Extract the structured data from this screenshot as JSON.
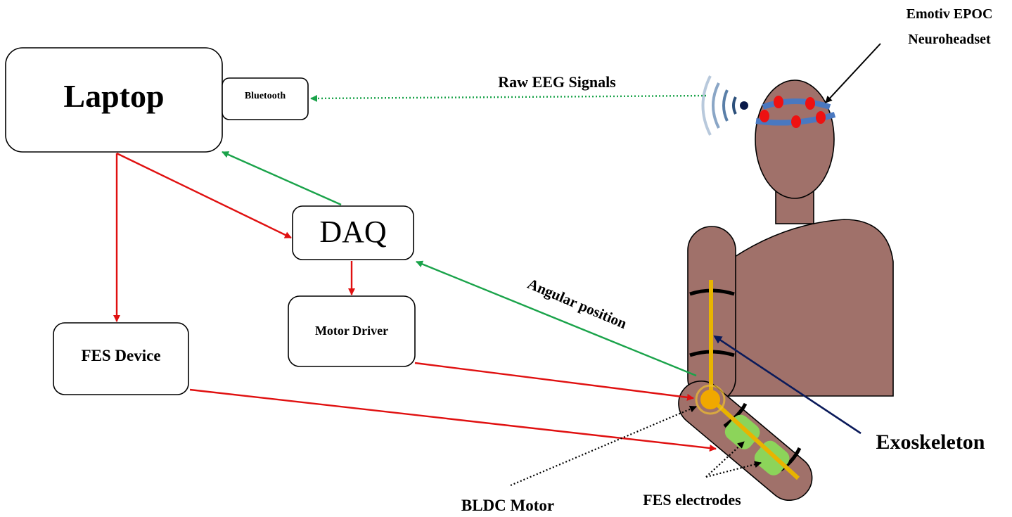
{
  "boxes": {
    "laptop": "Laptop",
    "bluetooth": "Bluetooth",
    "daq": "DAQ",
    "motor_driver": "Motor Driver",
    "fes_device": "FES Device"
  },
  "labels": {
    "raw_eeg": "Raw EEG Signals",
    "headset_line1": "Emotiv EPOC",
    "headset_line2": "Neuroheadset",
    "angular_position": "Angular position",
    "exoskeleton": "Exoskeleton",
    "bldc_motor": "BLDC Motor",
    "fes_electrodes": "FES electrodes"
  },
  "colors": {
    "control_arrow": "#e01010",
    "feedback_arrow": "#1aa34a",
    "body": "#a0716a",
    "headband": "#4a78c0",
    "electrode": "#ee1111",
    "exoskeleton_bar": "#e8b400",
    "fes_pad": "#8cd45a",
    "pointer_arrow": "#0a1a5a"
  },
  "icons": [
    "wifi-signal-icon"
  ]
}
